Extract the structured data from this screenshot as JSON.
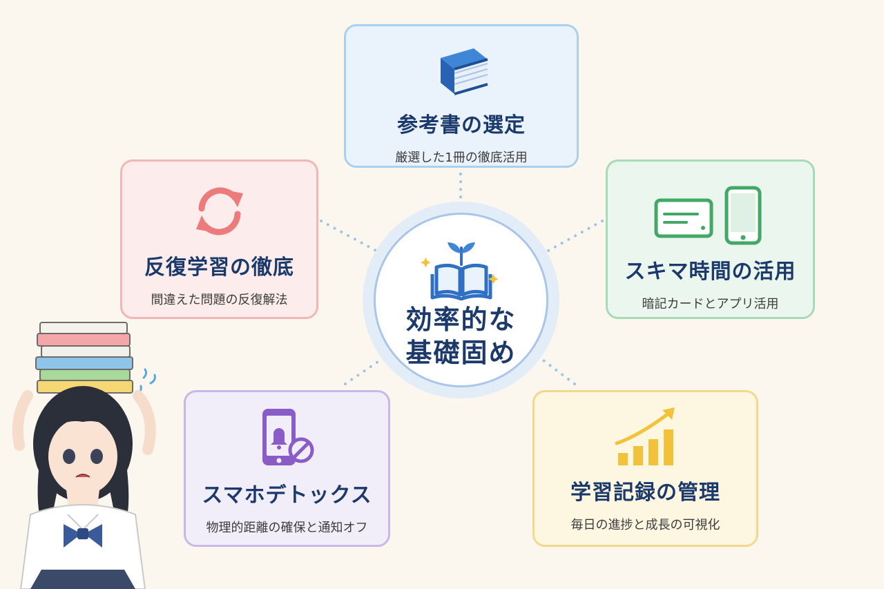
{
  "center": {
    "line1": "効率的な",
    "line2": "基礎固め",
    "icon": "open-book-sprout-icon"
  },
  "cards": {
    "book": {
      "title": "参考書の選定",
      "subtitle": "厳選した1冊の徹底活用",
      "icon": "book-icon"
    },
    "repeat": {
      "title": "反復学習の徹底",
      "subtitle": "間違えた問題の反復解法",
      "icon": "repeat-arrows-icon"
    },
    "gap": {
      "title": "スキマ時間の活用",
      "subtitle": "暗記カードとアプリ活用",
      "icon": "flashcard-smartphone-icon"
    },
    "detox": {
      "title": "スマホデトックス",
      "subtitle": "物理的距離の確保と通知オフ",
      "icon": "muted-phone-icon"
    },
    "record": {
      "title": "学習記録の管理",
      "subtitle": "毎日の進捗と成長の可視化",
      "icon": "growth-chart-icon"
    }
  },
  "colors": {
    "background": "#fcf7ee",
    "title_text": "#1b3a6b",
    "book": "#2f6fc4",
    "repeat": "#ec7c7c",
    "gap": "#41a866",
    "detox": "#8a5cc6",
    "record": "#f2c23a"
  }
}
